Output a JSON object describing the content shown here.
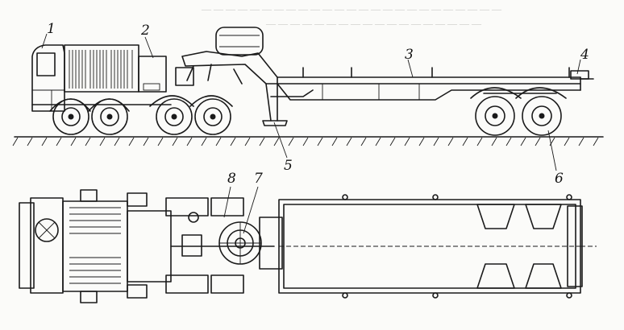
{
  "callouts": {
    "c1": "1",
    "c2": "2",
    "c3": "3",
    "c4": "4",
    "c5": "5",
    "c6": "6",
    "c7": "7",
    "c8": "8"
  },
  "colors": {
    "ink": "#1a1a1a",
    "paper": "#fbfbf9",
    "bleed": "#c9c9c4"
  }
}
